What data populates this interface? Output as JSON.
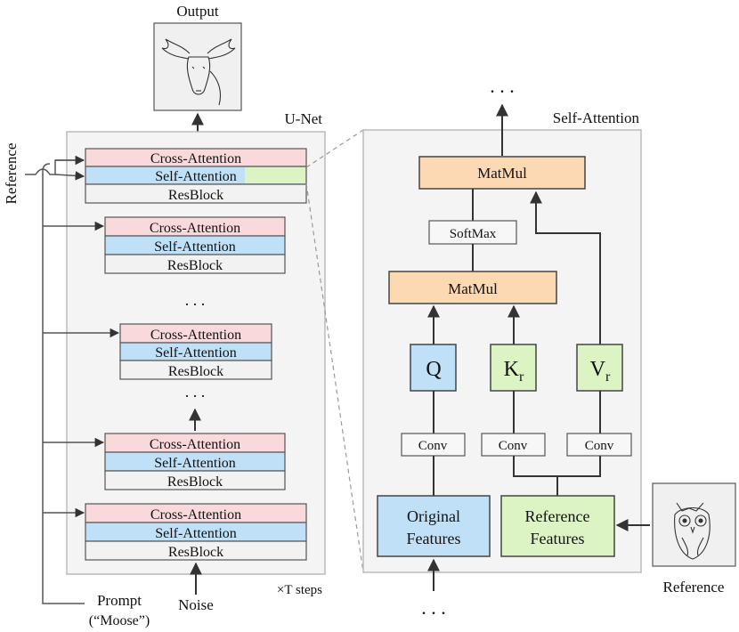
{
  "labels": {
    "output": "Output",
    "unet": "U-Net",
    "reference_left": "Reference",
    "self_attention_title": "Self-Attention",
    "top_dots": ". . .",
    "bottom_dots": ". . .",
    "unet_dots_1": ". . .",
    "unet_dots_2": ". . .",
    "prompt": "Prompt",
    "prompt_value": "(“Moose”)",
    "noise": "Noise",
    "steps": "×T steps",
    "reference_right": "Reference"
  },
  "blocks": [
    {
      "cross": "Cross-Attention",
      "self": "Self-Attention",
      "res": "ResBlock"
    },
    {
      "cross": "Cross-Attention",
      "self": "Self-Attention",
      "res": "ResBlock"
    },
    {
      "cross": "Cross-Attention",
      "self": "Self-Attention",
      "res": "ResBlock"
    },
    {
      "cross": "Cross-Attention",
      "self": "Self-Attention",
      "res": "ResBlock"
    },
    {
      "cross": "Cross-Attention",
      "self": "Self-Attention",
      "res": "ResBlock"
    }
  ],
  "attention": {
    "matmul_top": "MatMul",
    "softmax": "SoftMax",
    "matmul_mid": "MatMul",
    "q": "Q",
    "k": "K",
    "k_sub": "r",
    "v": "V",
    "v_sub": "r",
    "conv_q": "Conv",
    "conv_k": "Conv",
    "conv_v": "Conv",
    "orig_line1": "Original",
    "orig_line2": "Features",
    "ref_line1": "Reference",
    "ref_line2": "Features"
  },
  "colors": {
    "cross_attention": "#f9d9dc",
    "self_attention": "#bfe0f7",
    "self_attention_highlight": "#dcf3c4",
    "resblock": "#f2f2f2",
    "matmul": "#fcd9b3",
    "q": "#bfe0f7",
    "kv": "#dcf3c4",
    "panel": "#f4f4f4"
  },
  "icons": {
    "output_image": "moose-sketch-icon",
    "reference_image": "owl-sketch-icon"
  }
}
